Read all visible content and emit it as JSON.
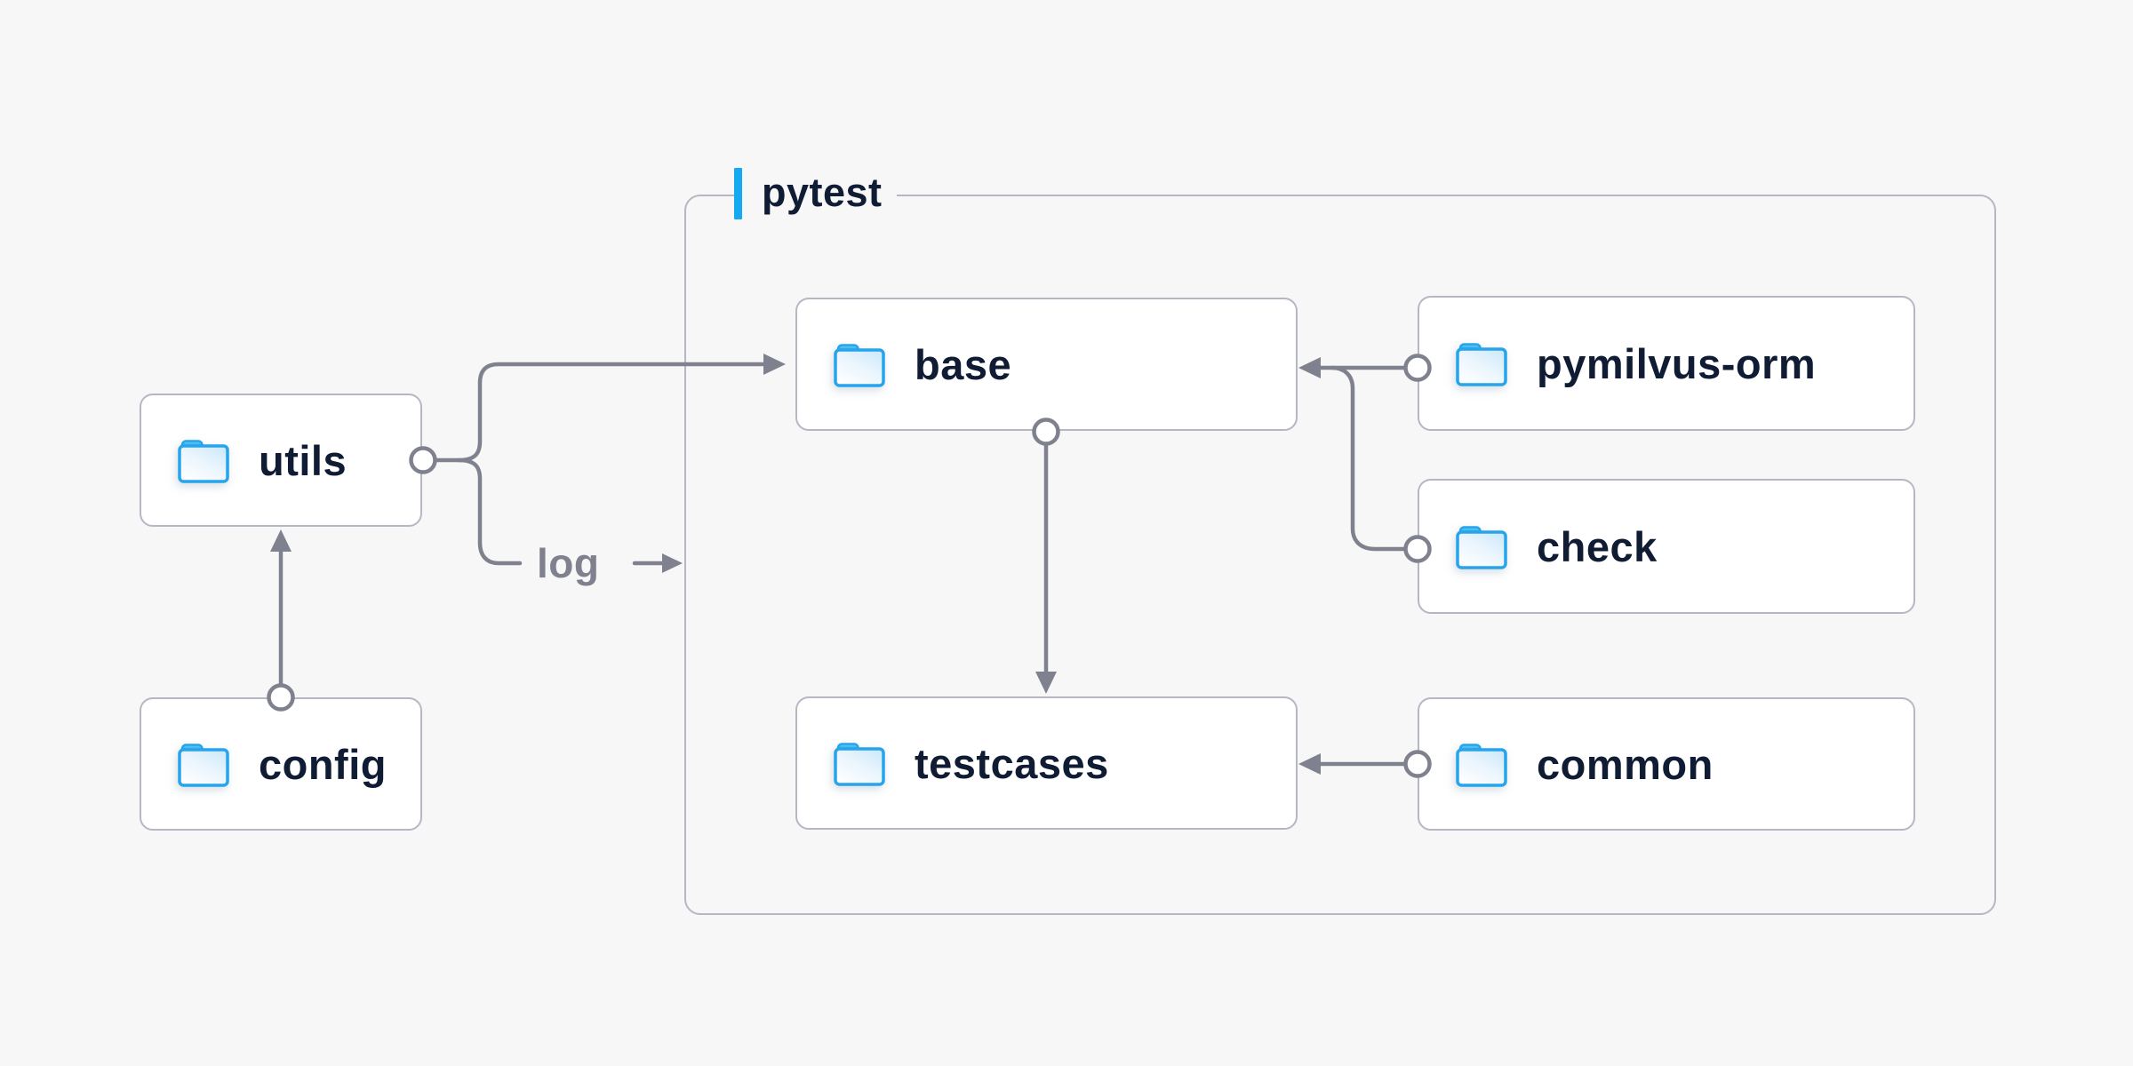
{
  "diagram": {
    "group": {
      "label": "pytest",
      "accent_color": "#14a9f1"
    },
    "nodes": {
      "utils": {
        "label": "utils",
        "icon": "folder-icon"
      },
      "config": {
        "label": "config",
        "icon": "folder-icon"
      },
      "base": {
        "label": "base",
        "icon": "folder-icon",
        "group": "pytest"
      },
      "pymilvus_orm": {
        "label": "pymilvus-orm",
        "icon": "folder-icon",
        "group": "pytest"
      },
      "check": {
        "label": "check",
        "icon": "folder-icon",
        "group": "pytest"
      },
      "testcases": {
        "label": "testcases",
        "icon": "folder-icon",
        "group": "pytest"
      },
      "common": {
        "label": "common",
        "icon": "folder-icon",
        "group": "pytest"
      }
    },
    "edges": [
      {
        "from": "config",
        "to": "utils"
      },
      {
        "from": "utils",
        "to": "base"
      },
      {
        "from": "utils",
        "to": "pytest-group",
        "label": "log"
      },
      {
        "from": "pymilvus_orm",
        "to": "base"
      },
      {
        "from": "check",
        "to": "base"
      },
      {
        "from": "base",
        "to": "testcases"
      },
      {
        "from": "common",
        "to": "testcases"
      }
    ],
    "edge_labels": {
      "log": "log"
    },
    "colors": {
      "background": "#f7f7f8",
      "line": "#7f828e",
      "box_border": "#b5b7c3",
      "box_fill": "#ffffff",
      "text": "#0f1c33",
      "accent_blue": "#14a9f1",
      "folder_blue": "#27a4ea"
    }
  }
}
